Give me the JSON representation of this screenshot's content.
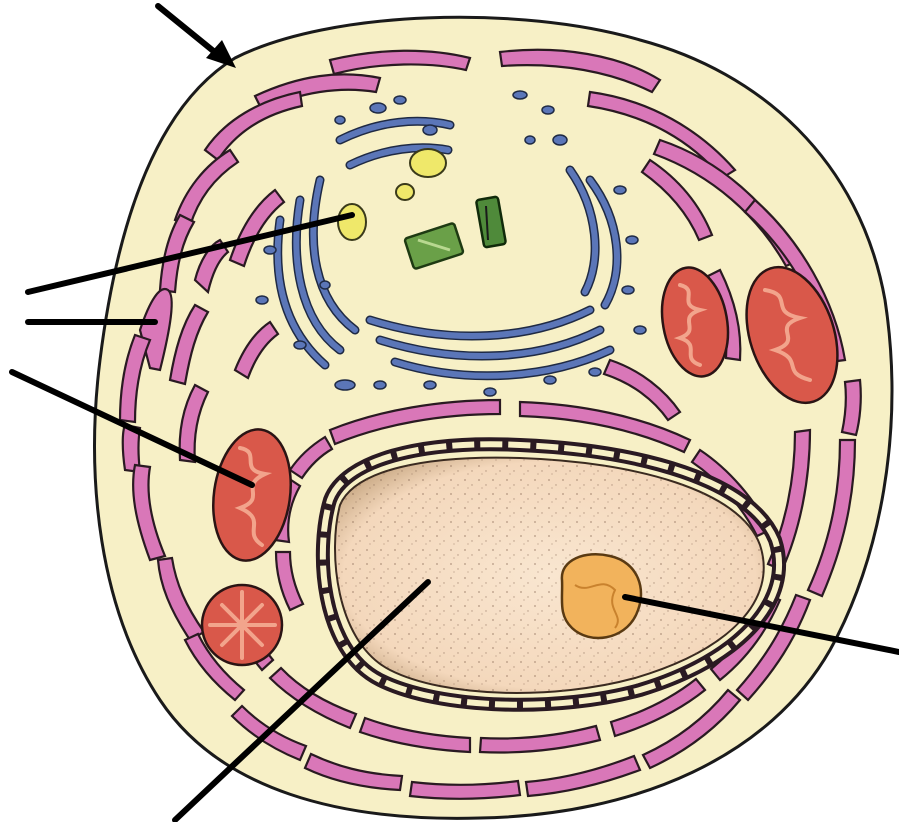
{
  "diagram": {
    "type": "animal-cell",
    "labels": [],
    "structures": [
      {
        "name": "cell-membrane",
        "color": "#f7f0c6"
      },
      {
        "name": "rough-endoplasmic-reticulum",
        "color": "#d977b8"
      },
      {
        "name": "golgi-apparatus",
        "color": "#5b76b8"
      },
      {
        "name": "mitochondrion",
        "color": "#d9584a"
      },
      {
        "name": "nucleus",
        "color": "#f6dcc0"
      },
      {
        "name": "nucleolus",
        "color": "#f2b35c"
      },
      {
        "name": "centrioles",
        "color": "#6aa048"
      },
      {
        "name": "vesicle",
        "color": "#efe86a"
      }
    ],
    "pointer_count": 6
  }
}
